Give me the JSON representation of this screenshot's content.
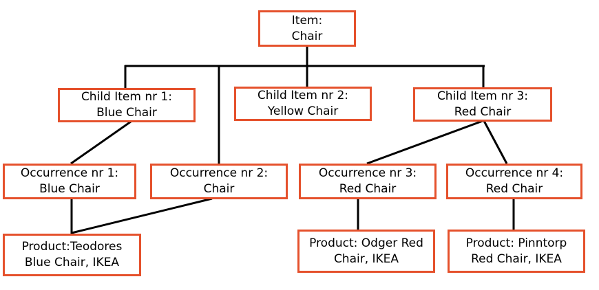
{
  "diagram": {
    "type": "tree",
    "accent_color": "#e5512c",
    "line_color": "#000000",
    "nodes": {
      "item": {
        "line1": "Item:",
        "line2": "Chair"
      },
      "child1": {
        "line1": "Child Item nr 1:",
        "line2": "Blue Chair"
      },
      "child2": {
        "line1": "Child Item nr 2:",
        "line2": "Yellow Chair"
      },
      "child3": {
        "line1": "Child Item nr 3:",
        "line2": "Red Chair"
      },
      "occ1": {
        "line1": "Occurrence nr 1:",
        "line2": "Blue Chair"
      },
      "occ2": {
        "line1": "Occurrence nr 2:",
        "line2": "Chair"
      },
      "occ3": {
        "line1": "Occurrence nr 3:",
        "line2": "Red Chair"
      },
      "occ4": {
        "line1": "Occurrence nr 4:",
        "line2": "Red Chair"
      },
      "prod1": {
        "line1": "Product:Teodores",
        "line2": "Blue Chair, IKEA"
      },
      "prod2": {
        "line1": "Product: Odger Red",
        "line2": "Chair, IKEA"
      },
      "prod3": {
        "line1": "Product: Pinntorp",
        "line2": "Red Chair, IKEA"
      }
    },
    "edges": [
      {
        "from": "item",
        "to": "child1"
      },
      {
        "from": "item",
        "to": "child2"
      },
      {
        "from": "item",
        "to": "child3"
      },
      {
        "from": "item",
        "to": "occ2"
      },
      {
        "from": "child1",
        "to": "occ1"
      },
      {
        "from": "child3",
        "to": "occ3"
      },
      {
        "from": "child3",
        "to": "occ4"
      },
      {
        "from": "occ1",
        "to": "prod1"
      },
      {
        "from": "occ2",
        "to": "prod1"
      },
      {
        "from": "occ3",
        "to": "prod2"
      },
      {
        "from": "occ4",
        "to": "prod3"
      }
    ]
  }
}
